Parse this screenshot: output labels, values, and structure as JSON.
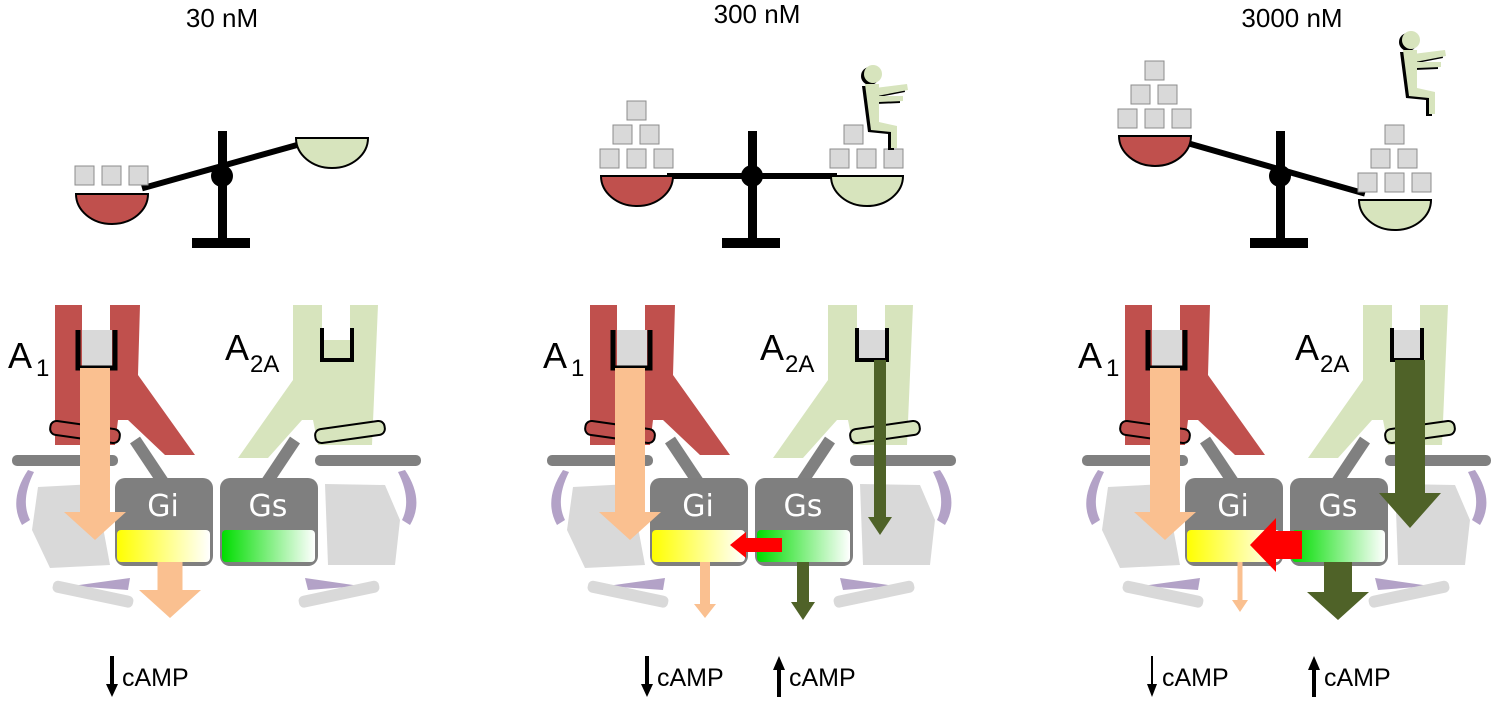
{
  "figure": {
    "panels": [
      {
        "id": "p30",
        "concentration": "30 nM",
        "balance_tilt": "left-down",
        "left_pan_blocks": 3,
        "right_pan_blocks": 0,
        "right_pan_figure": false,
        "receptor_left": {
          "name": "A",
          "sub": "1"
        },
        "receptor_right": {
          "name": "A",
          "sub": "2A"
        },
        "gprotein_left": "Gi",
        "gprotein_right": "Gs",
        "a2a_ligand_bound": false,
        "a2a_signal": "none",
        "inhibition_arrow": "none",
        "gi_output": "large",
        "gs_output": "none",
        "readouts": [
          {
            "direction": "down",
            "text": "cAMP",
            "arrow_weight": "bold"
          }
        ]
      },
      {
        "id": "p300",
        "concentration": "300 nM",
        "balance_tilt": "level",
        "left_pan_blocks": 6,
        "right_pan_blocks": 4,
        "right_pan_figure": true,
        "receptor_left": {
          "name": "A",
          "sub": "1"
        },
        "receptor_right": {
          "name": "A",
          "sub": "2A"
        },
        "gprotein_left": "Gi",
        "gprotein_right": "Gs",
        "a2a_ligand_bound": true,
        "a2a_signal": "thin",
        "inhibition_arrow": "small",
        "gi_output": "medium",
        "gs_output": "medium",
        "readouts": [
          {
            "direction": "down",
            "text": "cAMP",
            "arrow_weight": "bold"
          },
          {
            "direction": "up",
            "text": "cAMP",
            "arrow_weight": "bold"
          }
        ]
      },
      {
        "id": "p3000",
        "concentration": "3000 nM",
        "balance_tilt": "right-down",
        "left_pan_blocks": 6,
        "right_pan_blocks": 6,
        "right_pan_figure": true,
        "receptor_left": {
          "name": "A",
          "sub": "1"
        },
        "receptor_right": {
          "name": "A",
          "sub": "2A"
        },
        "gprotein_left": "Gi",
        "gprotein_right": "Gs",
        "a2a_ligand_bound": true,
        "a2a_signal": "thick",
        "inhibition_arrow": "large",
        "gi_output": "small",
        "gs_output": "large",
        "readouts": [
          {
            "direction": "down",
            "text": "cAMP",
            "arrow_weight": "thin"
          },
          {
            "direction": "up",
            "text": "cAMP",
            "arrow_weight": "bold"
          }
        ]
      }
    ],
    "colors": {
      "a1_receptor": "#c0504d",
      "a2a_receptor": "#d7e4bd",
      "a1_signal": "#fac090",
      "a2a_signal": "#4f6228",
      "gprotein": "#7f7f7f",
      "inhibition": "#ff0000",
      "gi_effector_start": "#ffff00",
      "gs_effector_start": "#00dd00",
      "block": "#d9d9d9",
      "membrane": "#808080",
      "domain_gray": "#d9d9d9",
      "domain_purple": "#b3a2c7"
    }
  }
}
